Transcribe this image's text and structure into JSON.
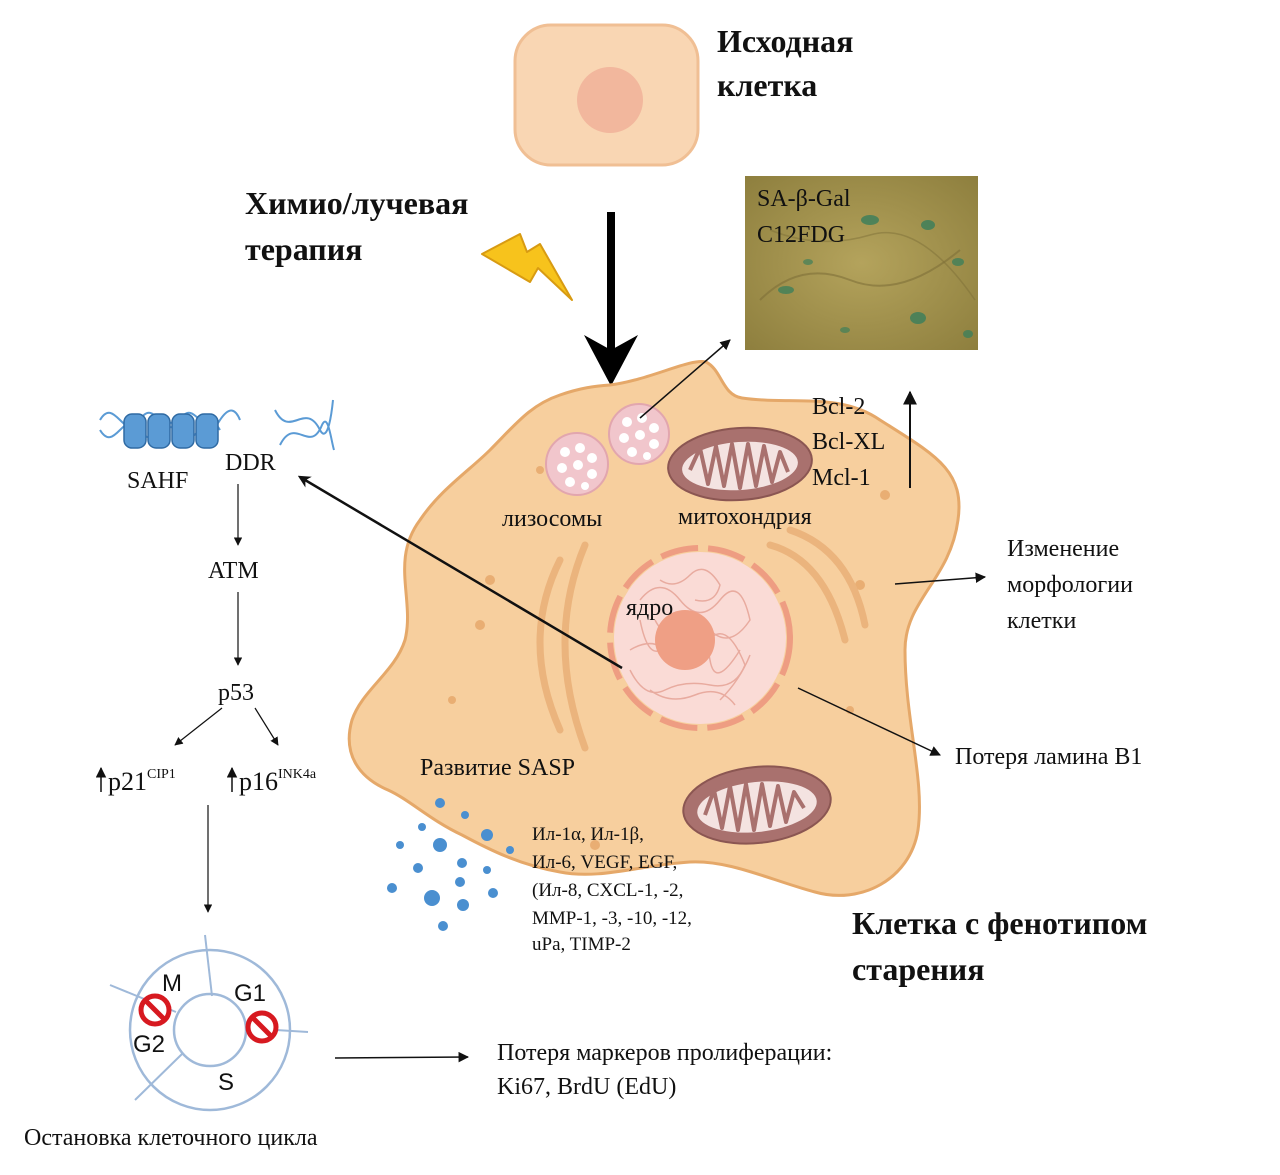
{
  "title_original_cell": [
    "Исходная",
    "клетка"
  ],
  "therapy_label": [
    "Химио/лучевая",
    "терапия"
  ],
  "stain_labels": [
    "SA-β-Gal",
    "C12FDG"
  ],
  "organelles": {
    "lysosomes": "лизосомы",
    "mitochondria": "митохондрия",
    "nucleus": "ядро"
  },
  "anti_apoptotic": [
    "Bcl-2",
    "Bcl-XL",
    "Mcl-1"
  ],
  "morphology_change": [
    "Изменение",
    "морфологии",
    "клетки"
  ],
  "lamin_loss": "Потеря ламина B1",
  "sasp_title": "Развитие SASP",
  "sasp_factors": [
    "Ил-1α, Ил-1β,",
    "Ил-6, VEGF, EGF,",
    "(Ил-8, CXCL-1, -2,",
    "MMP-1, -3, -10, -12,",
    "uPa, TIMP-2"
  ],
  "senescent_cell_title": [
    "Клетка с фенотипом",
    "старения"
  ],
  "pathway": {
    "sahf": "SAHF",
    "ddr": "DDR",
    "atm": "ATM",
    "p53": "p53",
    "p21": "p21",
    "p21_sup": "CIP1",
    "p16": "p16",
    "p16_sup": "INK4a"
  },
  "cell_cycle": {
    "phases": [
      "M",
      "G1",
      "G2",
      "S"
    ],
    "caption": "Остановка клеточного цикла"
  },
  "proliferation_loss": [
    "Потеря маркеров пролиферации:",
    "Ki67, BrdU (EdU)"
  ],
  "colors": {
    "cell_fill": "#f7cf9e",
    "cell_stroke": "#e5a869",
    "lysosome": "#f1c6cc",
    "mitochondria": "#a9716e",
    "nucleus": "#f8c5bf",
    "nucleolus": "#ef9f85",
    "sasp_dots": "#4a8fd0",
    "stain_bg": "#a89550",
    "sahf": "#5b9bd5",
    "cycle_ring": "#9fb9d9",
    "stop_sign": "#d71920"
  }
}
